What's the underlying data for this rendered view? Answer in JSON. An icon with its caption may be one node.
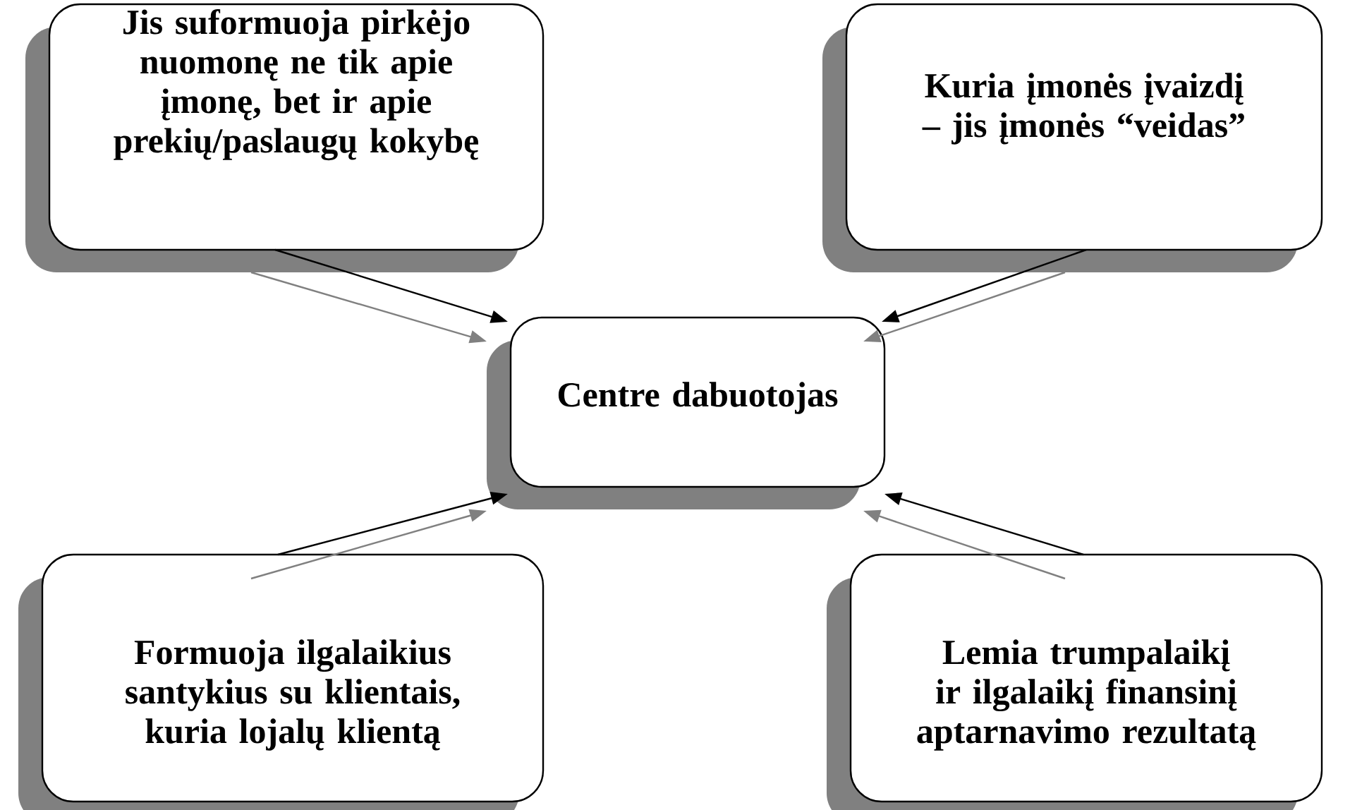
{
  "diagram": {
    "nodes": [
      {
        "text": [
          "Jis suformuoja pirkėjo nuomonę ne tik apie įmonę, bet ir apie prekių/paslaugų kokybę"
        ]
      },
      {
        "text": [
          "Kuria įmonės įvaizdį – jis įmonės “veidas”"
        ]
      },
      {
        "text": [
          "Centre dabuotojas"
        ]
      },
      {
        "text": [
          "Formuoja ilgalaikius santykius su klientais, kuria lojalų klientą"
        ]
      },
      {
        "text": [
          "Lemia trumpalaikį ir ilgalaikį finansinį aptarnavimo rezultatą"
        ]
      }
    ],
    "edges": [
      {
        "from": 0,
        "to": 2,
        "arrow": "to"
      },
      {
        "from": 0,
        "to": 2,
        "arrow": "to",
        "color": "#808080"
      },
      {
        "from": 1,
        "to": 2,
        "arrow": "to"
      },
      {
        "from": 1,
        "to": 2,
        "arrow": "to",
        "color": "#808080"
      },
      {
        "from": 3,
        "to": 2,
        "arrow": "to"
      },
      {
        "from": 3,
        "to": 2,
        "arrow": "to",
        "color": "#808080"
      },
      {
        "from": 4,
        "to": 2,
        "arrow": "to"
      },
      {
        "from": 4,
        "to": 2,
        "arrow": "to",
        "color": "#808080"
      }
    ]
  }
}
